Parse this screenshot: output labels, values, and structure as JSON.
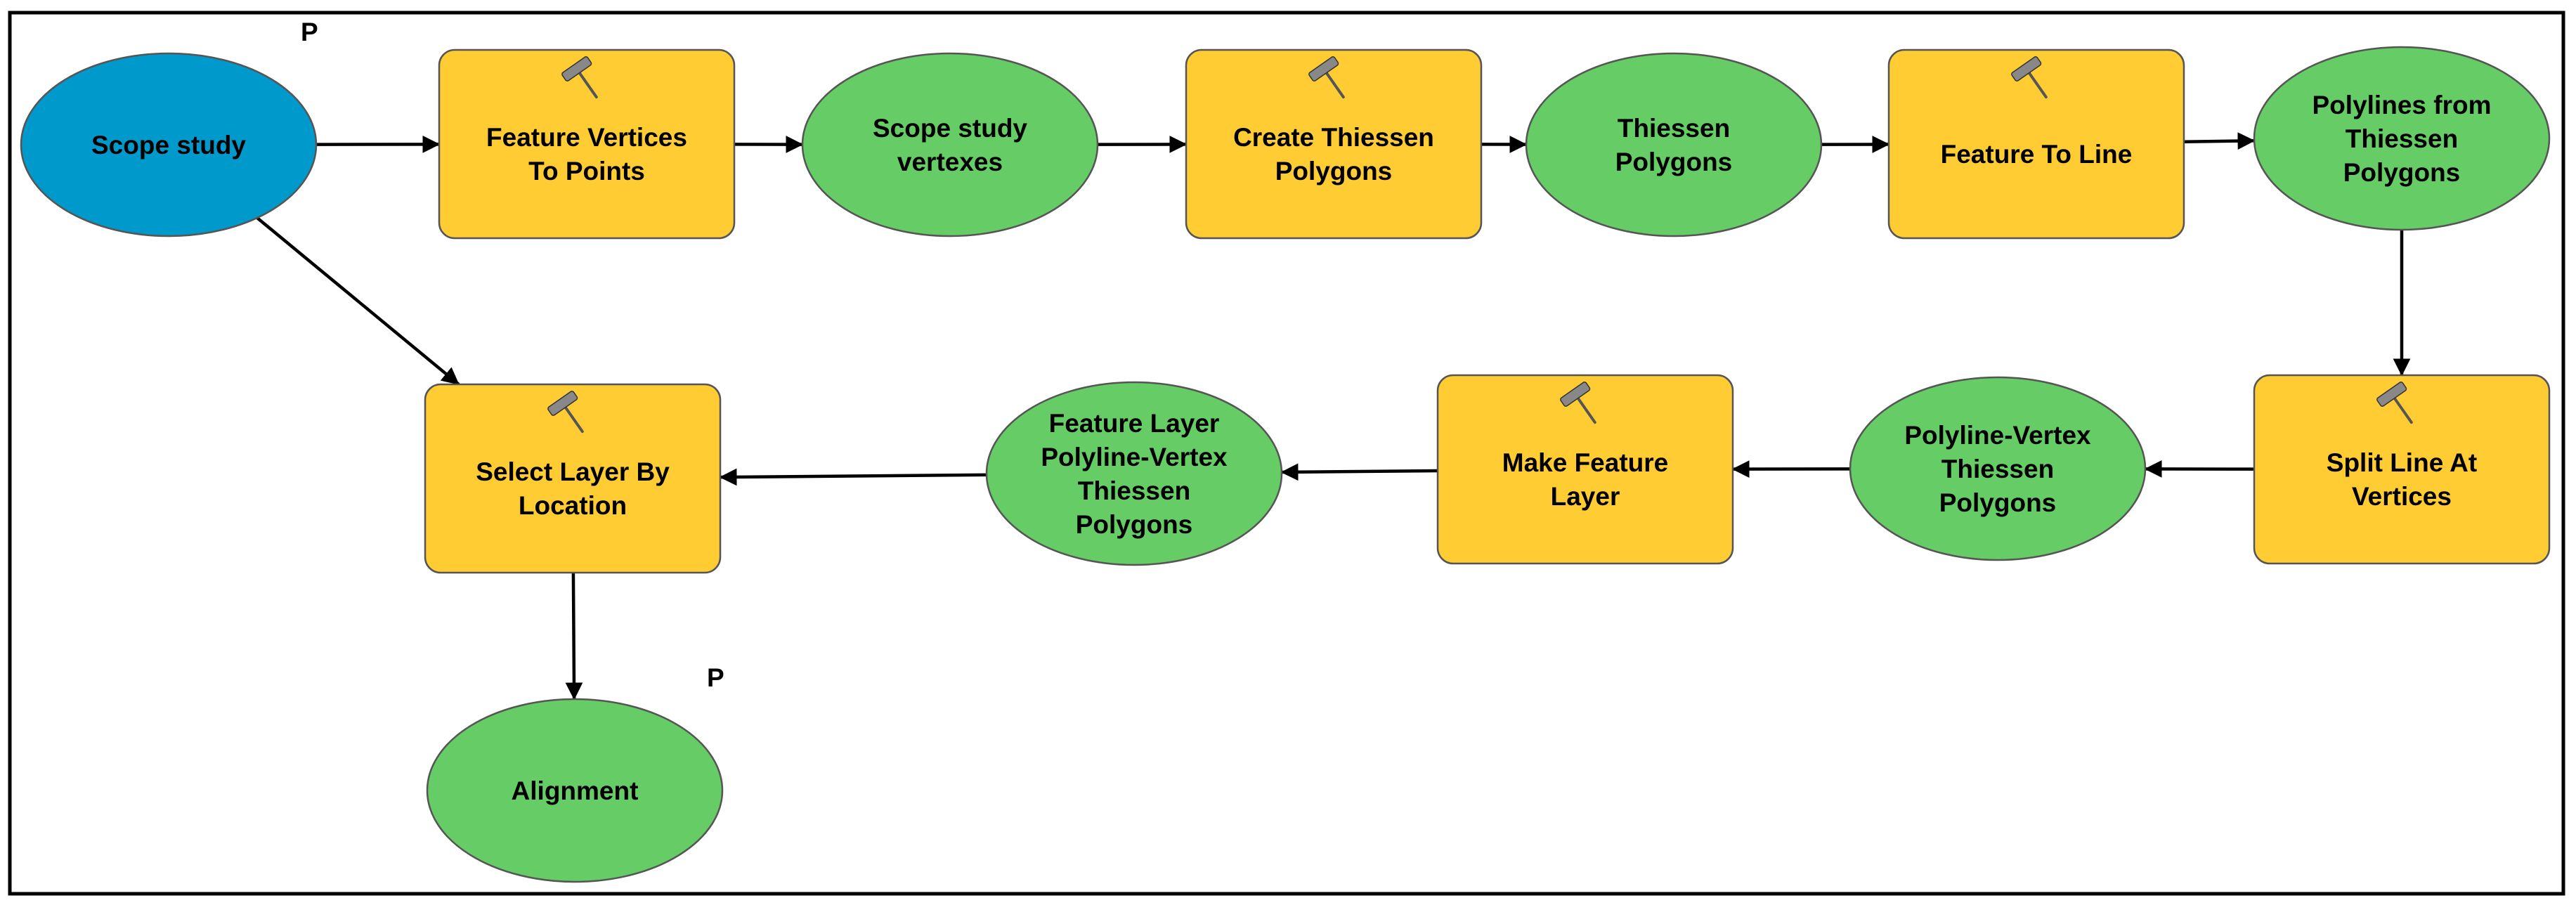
{
  "diagram": {
    "nodes": [
      {
        "id": "scope_study",
        "kind": "input",
        "lines": [
          "Scope study"
        ],
        "parameter": "P"
      },
      {
        "id": "feature_vertices_to_points",
        "kind": "tool",
        "lines": [
          "Feature Vertices",
          "To Points"
        ],
        "icon": "hammer-icon"
      },
      {
        "id": "scope_study_vertexes",
        "kind": "data",
        "lines": [
          "Scope study",
          "vertexes"
        ]
      },
      {
        "id": "create_thiessen_polygons",
        "kind": "tool",
        "lines": [
          "Create Thiessen",
          "Polygons"
        ],
        "icon": "hammer-icon"
      },
      {
        "id": "thiessen_polygons",
        "kind": "data",
        "lines": [
          "Thiessen",
          "Polygons"
        ]
      },
      {
        "id": "feature_to_line",
        "kind": "tool",
        "lines": [
          "Feature To Line"
        ],
        "icon": "hammer-icon"
      },
      {
        "id": "polylines_from_thiessen",
        "kind": "data",
        "lines": [
          "Polylines from",
          "Thiessen",
          "Polygons"
        ]
      },
      {
        "id": "split_line_at_vertices",
        "kind": "tool",
        "lines": [
          "Split Line At",
          "Vertices"
        ],
        "icon": "hammer-icon"
      },
      {
        "id": "polyline_vertex_thiessen",
        "kind": "data",
        "lines": [
          "Polyline-Vertex",
          "Thiessen",
          "Polygons"
        ]
      },
      {
        "id": "make_feature_layer",
        "kind": "tool",
        "lines": [
          "Make Feature",
          "Layer"
        ],
        "icon": "hammer-icon"
      },
      {
        "id": "feature_layer_polyline_vertex",
        "kind": "data",
        "lines": [
          "Feature Layer",
          "Polyline-Vertex",
          "Thiessen",
          "Polygons"
        ]
      },
      {
        "id": "select_layer_by_location",
        "kind": "tool",
        "lines": [
          "Select Layer By",
          "Location"
        ],
        "icon": "hammer-icon"
      },
      {
        "id": "alignment",
        "kind": "data",
        "lines": [
          "Alignment"
        ],
        "parameter": "P"
      }
    ],
    "edges": [
      {
        "from": "scope_study",
        "to": "feature_vertices_to_points"
      },
      {
        "from": "feature_vertices_to_points",
        "to": "scope_study_vertexes"
      },
      {
        "from": "scope_study_vertexes",
        "to": "create_thiessen_polygons"
      },
      {
        "from": "create_thiessen_polygons",
        "to": "thiessen_polygons"
      },
      {
        "from": "thiessen_polygons",
        "to": "feature_to_line"
      },
      {
        "from": "feature_to_line",
        "to": "polylines_from_thiessen"
      },
      {
        "from": "polylines_from_thiessen",
        "to": "split_line_at_vertices"
      },
      {
        "from": "split_line_at_vertices",
        "to": "polyline_vertex_thiessen"
      },
      {
        "from": "polyline_vertex_thiessen",
        "to": "make_feature_layer"
      },
      {
        "from": "make_feature_layer",
        "to": "feature_layer_polyline_vertex"
      },
      {
        "from": "feature_layer_polyline_vertex",
        "to": "select_layer_by_location"
      },
      {
        "from": "scope_study",
        "to": "select_layer_by_location"
      },
      {
        "from": "select_layer_by_location",
        "to": "alignment"
      }
    ],
    "colors": {
      "tool": "#FFCC33",
      "data": "#66CC66",
      "input": "#0099CC",
      "outline": "#555555",
      "connector": "#000000",
      "frame": "#000000"
    }
  }
}
